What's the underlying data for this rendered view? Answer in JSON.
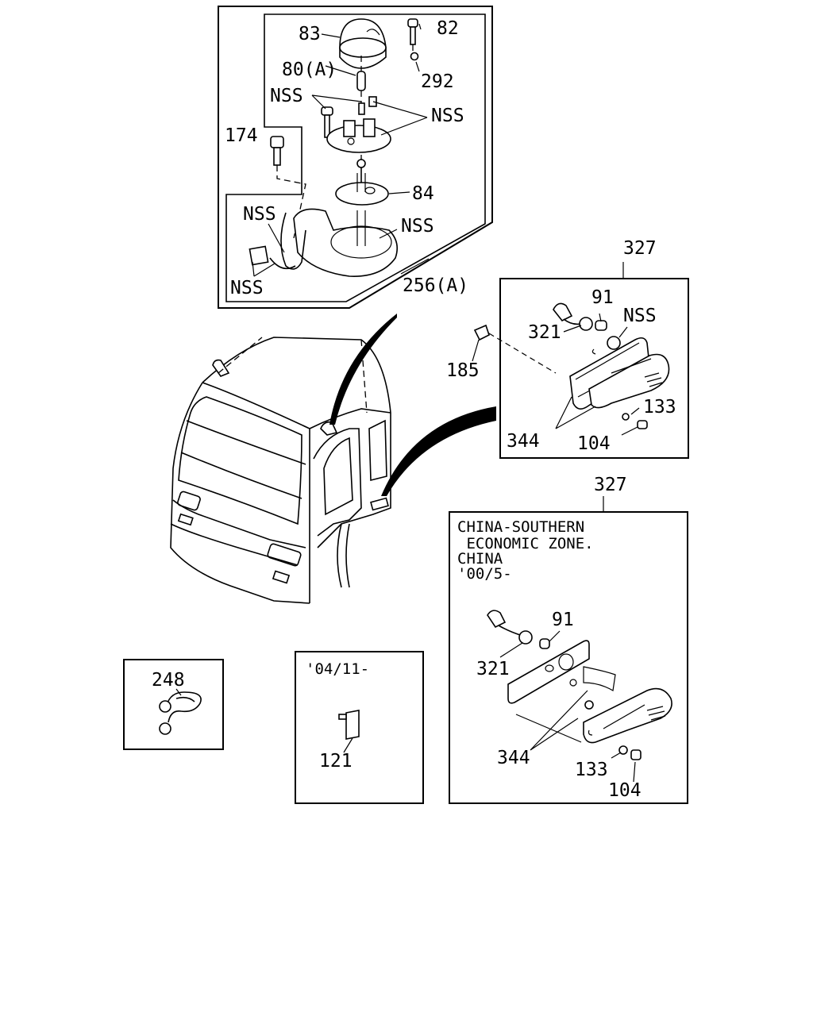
{
  "labels": {
    "p83": "83",
    "p82": "82",
    "p80a": "80(A)",
    "p292": "292",
    "nss_top_left": "NSS",
    "nss_top_right": "NSS",
    "p174": "174",
    "p84": "84",
    "nss_harness": "NSS",
    "nss_base": "NSS",
    "nss_connector": "NSS",
    "p256a": "256(A)",
    "p327_upper": "327",
    "p91_upper": "91",
    "nss_side": "NSS",
    "p321_upper": "321",
    "p185": "185",
    "p133_upper": "133",
    "p344_upper": "344",
    "p104_upper": "104",
    "p327_lower": "327",
    "p91_lower": "91",
    "p321_lower": "321",
    "p344_lower": "344",
    "p133_lower": "133",
    "p104_lower": "104",
    "p248": "248",
    "p121": "121"
  },
  "notes": {
    "china_line1": "CHINA-SOUTHERN",
    "china_line2": "ECONOMIC ZONE.",
    "china_line3": "CHINA",
    "china_line4": "'00/5-",
    "date_0411": "'04/11-"
  }
}
